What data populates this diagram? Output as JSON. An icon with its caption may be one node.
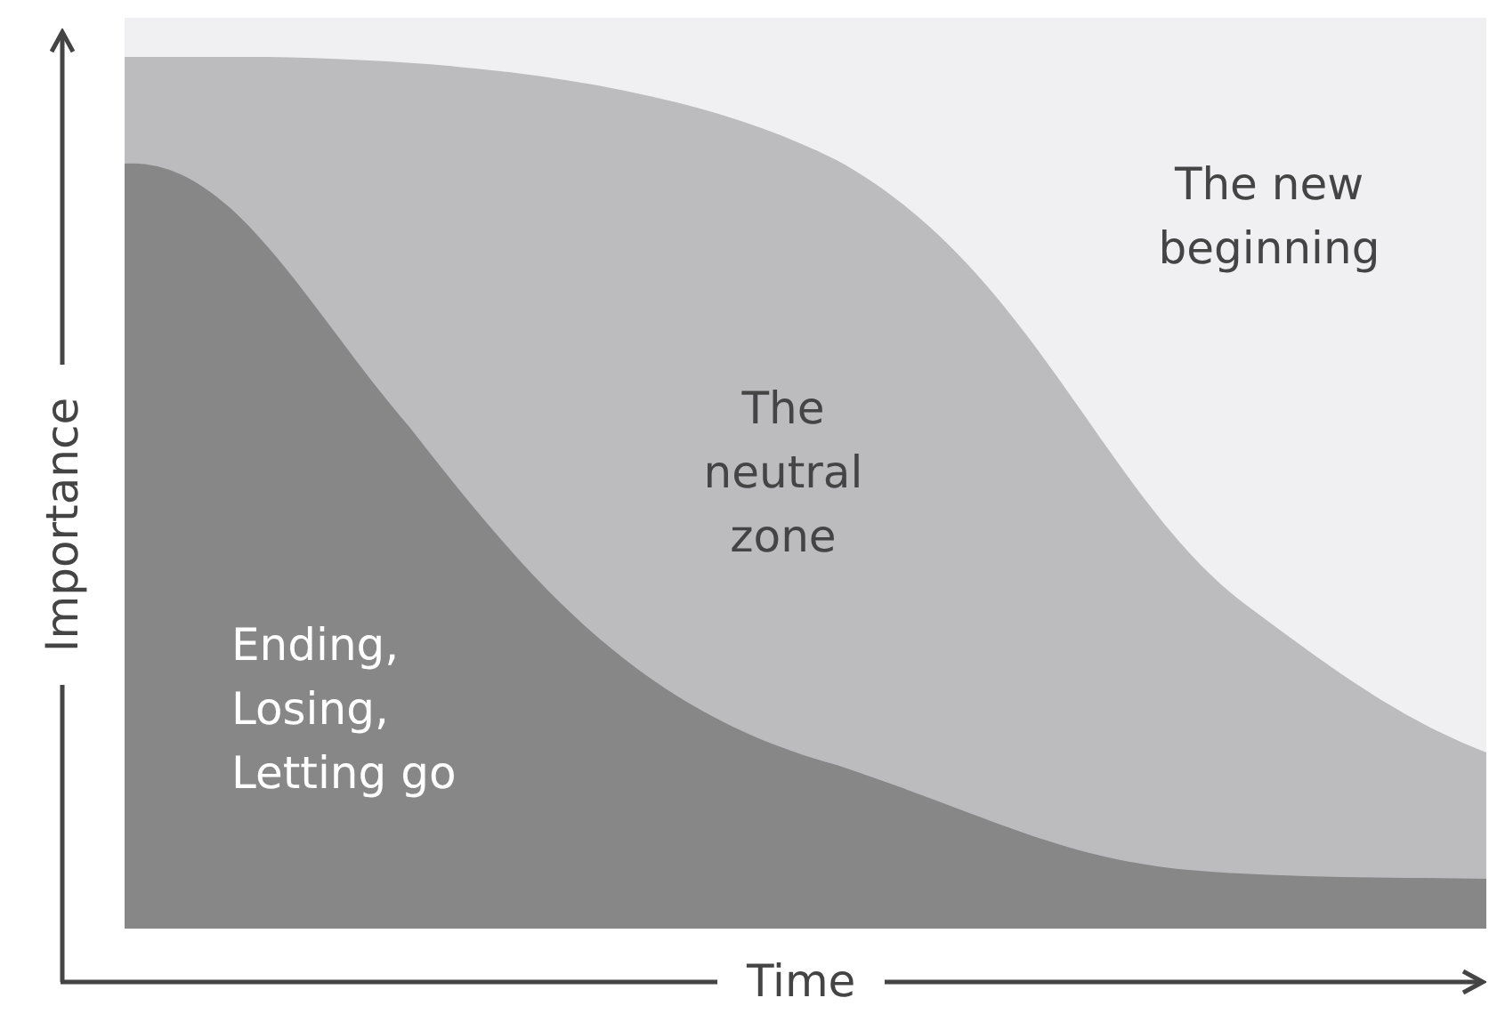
{
  "diagram": {
    "labels": [
      "The new beginning",
      "The neutral zone",
      "Importance",
      "Ending, Losing, Letting go",
      "Time"
    ]
  }
}
